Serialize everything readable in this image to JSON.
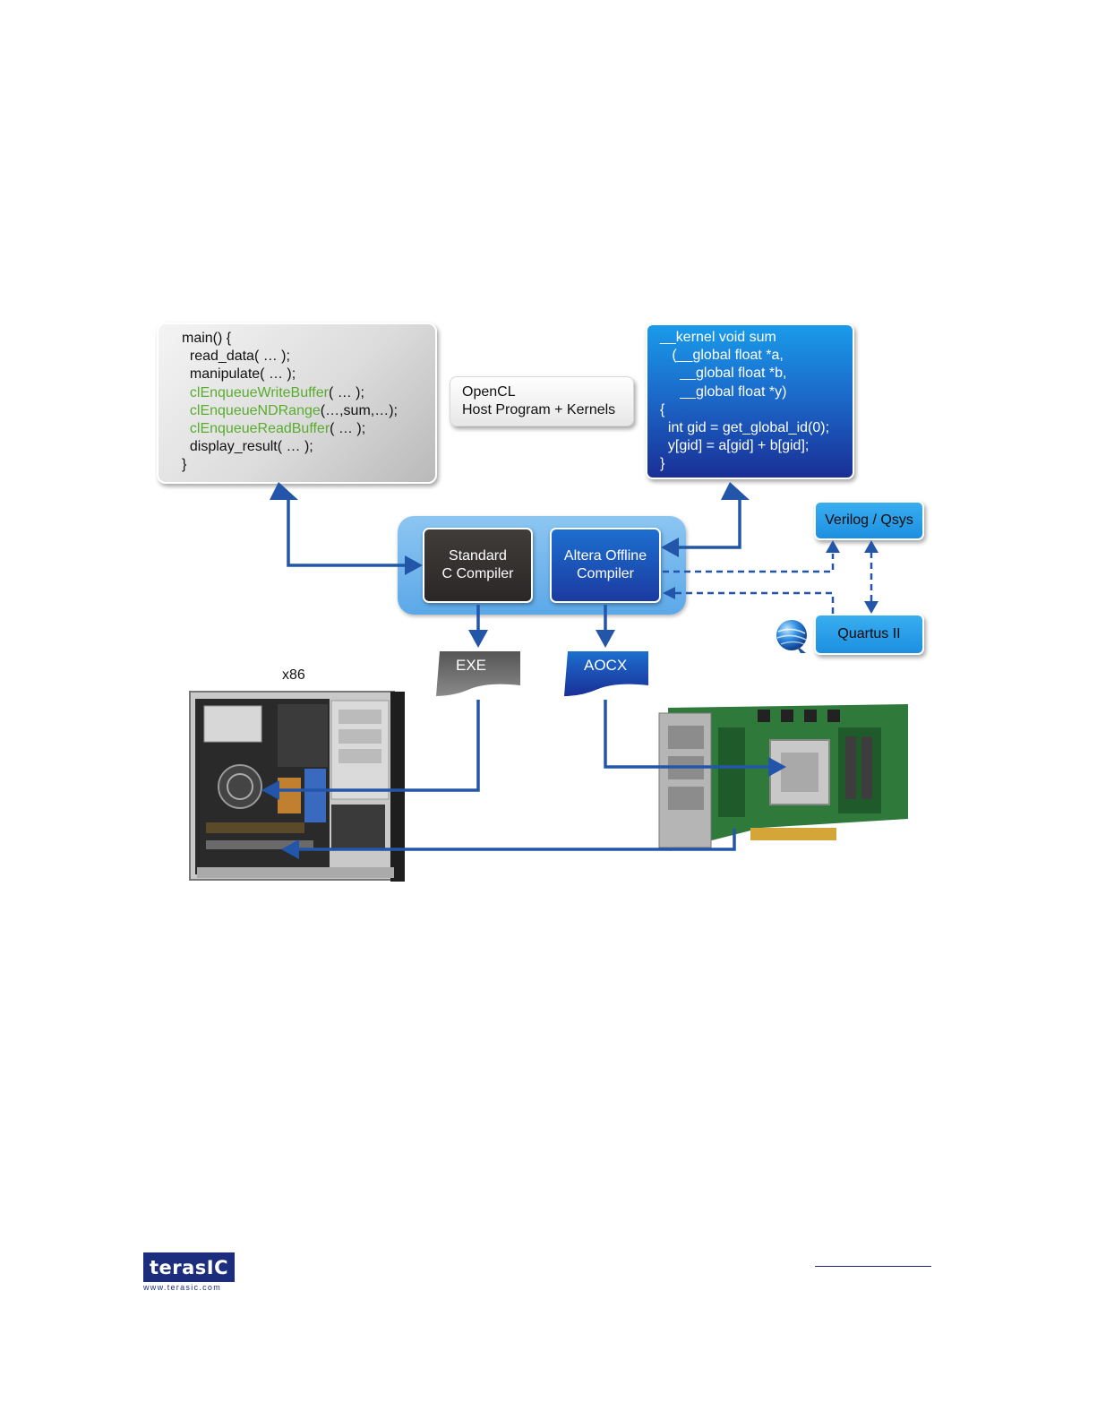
{
  "host_code": {
    "lines": [
      {
        "pre": "main() {",
        "fn": "",
        "post": ""
      },
      {
        "pre": "  read_data( … );",
        "fn": "",
        "post": ""
      },
      {
        "pre": "  manipulate( … );",
        "fn": "",
        "post": ""
      },
      {
        "pre": "  ",
        "fn": "clEnqueueWriteBuffer",
        "post": "( … );"
      },
      {
        "pre": "  ",
        "fn": "clEnqueueNDRange",
        "post": "(…,sum,…);"
      },
      {
        "pre": "  ",
        "fn": "clEnqueueReadBuffer",
        "post": "( … );"
      },
      {
        "pre": "  display_result( … );",
        "fn": "",
        "post": ""
      },
      {
        "pre": "}",
        "fn": "",
        "post": ""
      }
    ]
  },
  "kernel_code": {
    "lines": [
      "__kernel void sum",
      "   (__global float *a,",
      "     __global float *b,",
      "     __global float *y)",
      "{",
      "  int gid = get_global_id(0);",
      "  y[gid] = a[gid] + b[gid];",
      "}"
    ]
  },
  "opencl_box": {
    "line1": "OpenCL",
    "line2": "Host Program + Kernels"
  },
  "compilers": {
    "standard": {
      "line1": "Standard",
      "line2": "C Compiler"
    },
    "altera": {
      "line1": "Altera Offline",
      "line2": "Compiler"
    }
  },
  "tools": {
    "verilog": "Verilog / Qsys",
    "quartus": "Quartus II"
  },
  "outputs": {
    "exe": "EXE",
    "aocx": "AOCX"
  },
  "host_label": "x86",
  "footer": {
    "logo_a": "ter",
    "logo_b": "asIC",
    "logo_url": "www.terasic.com"
  },
  "colors": {
    "accent_blue": "#2356a8",
    "code_green": "#5aac2e"
  }
}
